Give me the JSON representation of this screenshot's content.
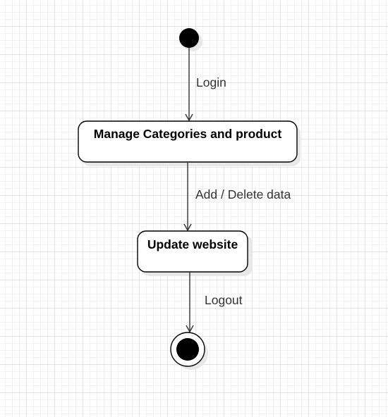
{
  "diagram": {
    "states": {
      "manage": "Manage Categories and product",
      "update": "Update website"
    },
    "transitions": {
      "login": "Login",
      "add_delete": "Add / Delete data",
      "logout": "Logout"
    },
    "colors": {
      "stroke": "#000000",
      "fill": "#ffffff",
      "edge": "#333333",
      "shadow": "#e8e8e8"
    }
  }
}
